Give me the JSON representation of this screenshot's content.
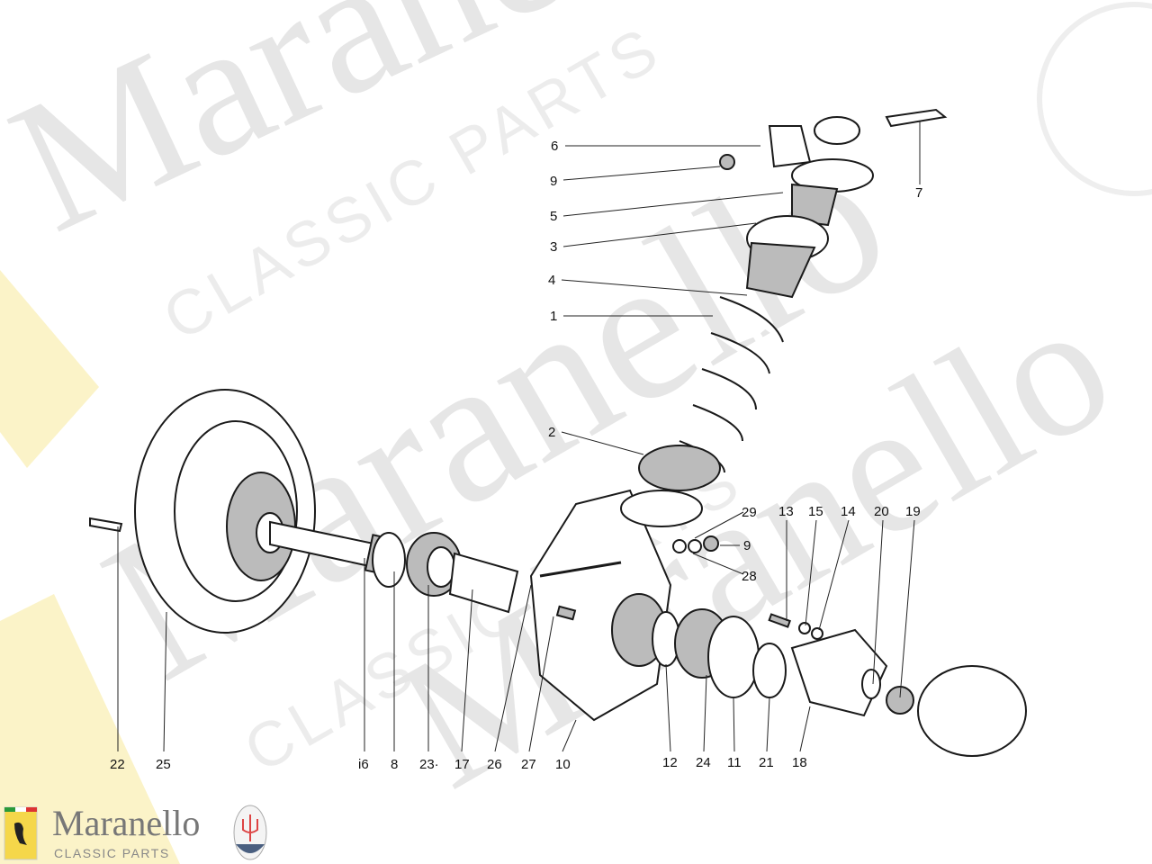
{
  "watermark": {
    "brand": "Maranello",
    "sub": "CLASSIC PARTS"
  },
  "logo": {
    "brand": "Maranello",
    "tagline": "CLASSIC PARTS",
    "ferrari_badge": "Ferrari",
    "maserati_badge": "MASERATI"
  },
  "labels": [
    {
      "text": "6"
    },
    {
      "text": "9"
    },
    {
      "text": "5"
    },
    {
      "text": "3"
    },
    {
      "text": "4"
    },
    {
      "text": "1"
    },
    {
      "text": "2"
    },
    {
      "text": "7"
    },
    {
      "text": "29"
    },
    {
      "text": "9"
    },
    {
      "text": "28"
    },
    {
      "text": "13"
    },
    {
      "text": "15"
    },
    {
      "text": "14"
    },
    {
      "text": "20"
    },
    {
      "text": "19"
    },
    {
      "text": "22"
    },
    {
      "text": "25"
    },
    {
      "text": "i6"
    },
    {
      "text": "8"
    },
    {
      "text": "23·"
    },
    {
      "text": "17"
    },
    {
      "text": "26"
    },
    {
      "text": "27"
    },
    {
      "text": "10"
    },
    {
      "text": "12"
    },
    {
      "text": "24"
    },
    {
      "text": "11"
    },
    {
      "text": "21"
    },
    {
      "text": "18"
    }
  ]
}
